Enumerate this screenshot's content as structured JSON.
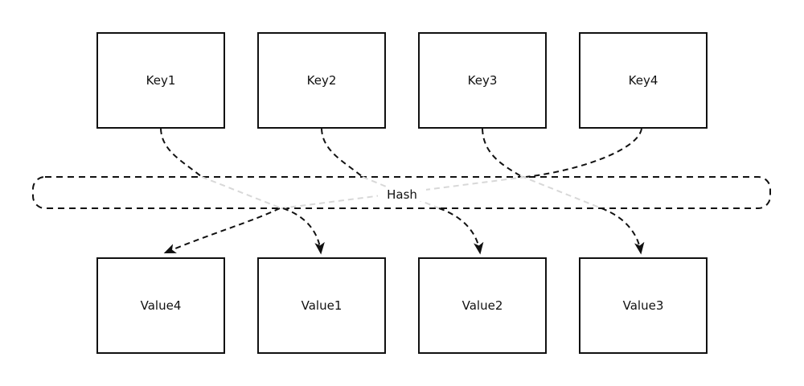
{
  "diagram": {
    "type": "hash-mapping-flowchart",
    "hash_node": {
      "label": "Hash"
    },
    "key_nodes": [
      {
        "label": "Key1"
      },
      {
        "label": "Key2"
      },
      {
        "label": "Key3"
      },
      {
        "label": "Key4"
      }
    ],
    "value_nodes": [
      {
        "label": "Value4"
      },
      {
        "label": "Value1"
      },
      {
        "label": "Value2"
      },
      {
        "label": "Value3"
      }
    ],
    "mappings": [
      {
        "from": "Key1",
        "via": "Hash",
        "to": "Value1"
      },
      {
        "from": "Key2",
        "via": "Hash",
        "to": "Value2"
      },
      {
        "from": "Key3",
        "via": "Hash",
        "to": "Value3"
      },
      {
        "from": "Key4",
        "via": "Hash",
        "to": "Value4"
      }
    ],
    "colors": {
      "stroke": "#111111",
      "faded_edge": "#d8d8d8",
      "node_fill": "#ffffff",
      "background": "#ffffff"
    }
  }
}
